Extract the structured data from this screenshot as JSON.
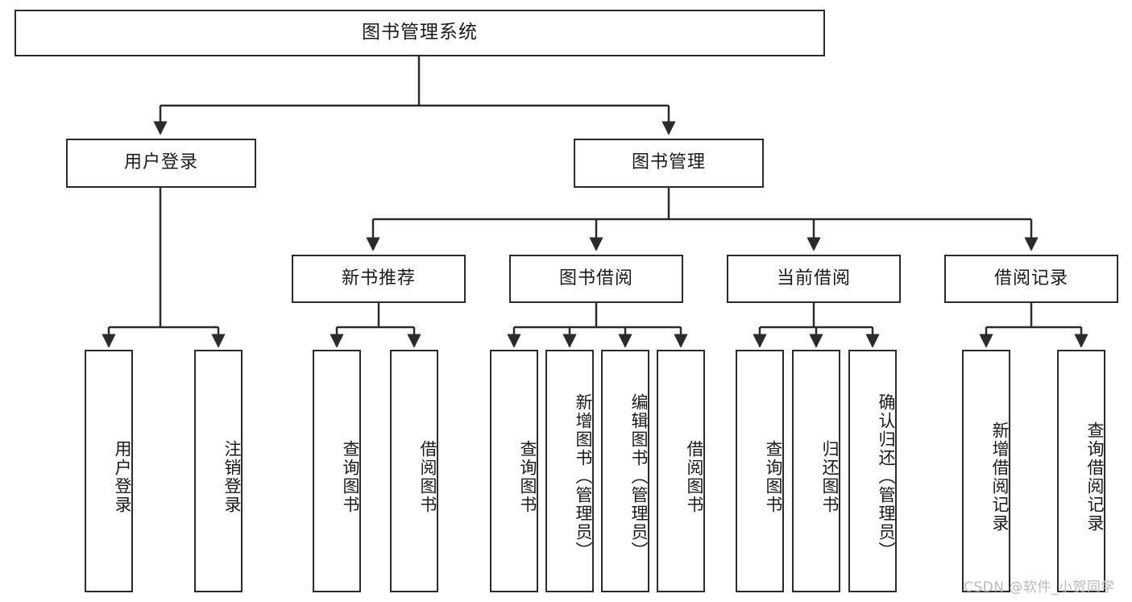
{
  "diagram": {
    "title": "图书管理系统",
    "type": "functional-decomposition-tree",
    "orientation": "top-down",
    "line_color": "#2b2b2b",
    "box_fill": "#ffffff",
    "text_color": "#1a1a1a"
  },
  "nodes": {
    "root": {
      "label": "图书管理系统",
      "level": 1
    },
    "level2": [
      {
        "id": "user-login",
        "label": "用户登录"
      },
      {
        "id": "book-management",
        "label": "图书管理"
      }
    ],
    "level3": [
      {
        "id": "new-book-recommend",
        "label": "新书推荐",
        "parent": "book-management"
      },
      {
        "id": "book-borrow",
        "label": "图书借阅",
        "parent": "book-management"
      },
      {
        "id": "current-borrow",
        "label": "当前借阅",
        "parent": "book-management"
      },
      {
        "id": "borrow-record",
        "label": "借阅记录",
        "parent": "book-management"
      }
    ],
    "leaves": {
      "user_login": [
        {
          "id": "leaf-user-login",
          "label": "用户登录"
        },
        {
          "id": "leaf-logout-login",
          "label": "注销登录"
        }
      ],
      "new_book_recommend": [
        {
          "id": "leaf-query-book-1",
          "label": "查询图书"
        },
        {
          "id": "leaf-borrow-book-1",
          "label": "借阅图书"
        }
      ],
      "book_borrow": [
        {
          "id": "leaf-query-book-2",
          "label": "查询图书"
        },
        {
          "id": "leaf-add-book",
          "label": "新增图书（管理员）"
        },
        {
          "id": "leaf-edit-book",
          "label": "编辑图书（管理员）"
        },
        {
          "id": "leaf-borrow-book-2",
          "label": "借阅图书"
        }
      ],
      "current_borrow": [
        {
          "id": "leaf-query-book-3",
          "label": "查询图书"
        },
        {
          "id": "leaf-return-book",
          "label": "归还图书"
        },
        {
          "id": "leaf-confirm-return",
          "label": "确认归还（管理员）"
        }
      ],
      "borrow_record": [
        {
          "id": "leaf-add-record",
          "label": "新增借阅记录"
        },
        {
          "id": "leaf-query-record",
          "label": "查询借阅记录"
        }
      ]
    }
  },
  "watermark": {
    "text": "CSDN @软件_小贺同学"
  }
}
